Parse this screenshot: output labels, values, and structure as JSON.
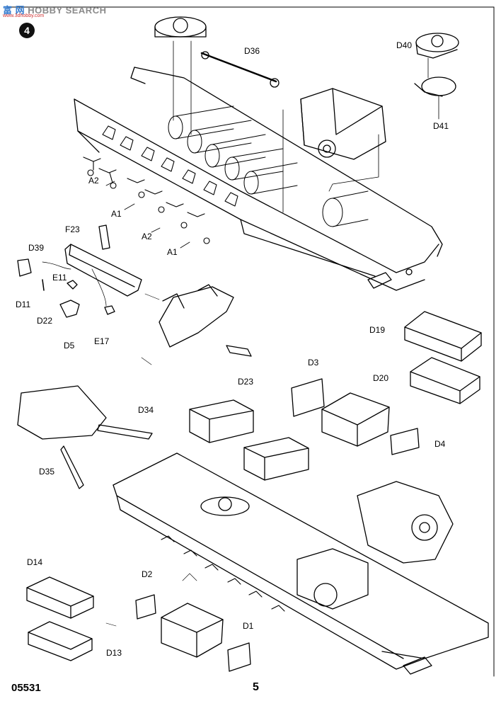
{
  "watermark": {
    "cn": "富 网",
    "en": "HOBBY SEARCH",
    "url": "www.3dhobby.com"
  },
  "step_number": "4",
  "footer": {
    "product_code": "05531",
    "page_number": "5"
  },
  "part_labels": {
    "d36": "D36",
    "d40": "D40",
    "d41": "D41",
    "a2_top": "A2",
    "a1_top": "A1",
    "a2_mid": "A2",
    "a1_mid": "A1",
    "f23": "F23",
    "d39": "D39",
    "e11": "E11",
    "d11": "D11",
    "d22": "D22",
    "d5": "D5",
    "e17": "E17",
    "d23": "D23",
    "d19": "D19",
    "d20": "D20",
    "d3": "D3",
    "d4": "D4",
    "d34": "D34",
    "d35": "D35",
    "d14": "D14",
    "d13": "D13",
    "d2": "D2",
    "d1": "D1"
  }
}
